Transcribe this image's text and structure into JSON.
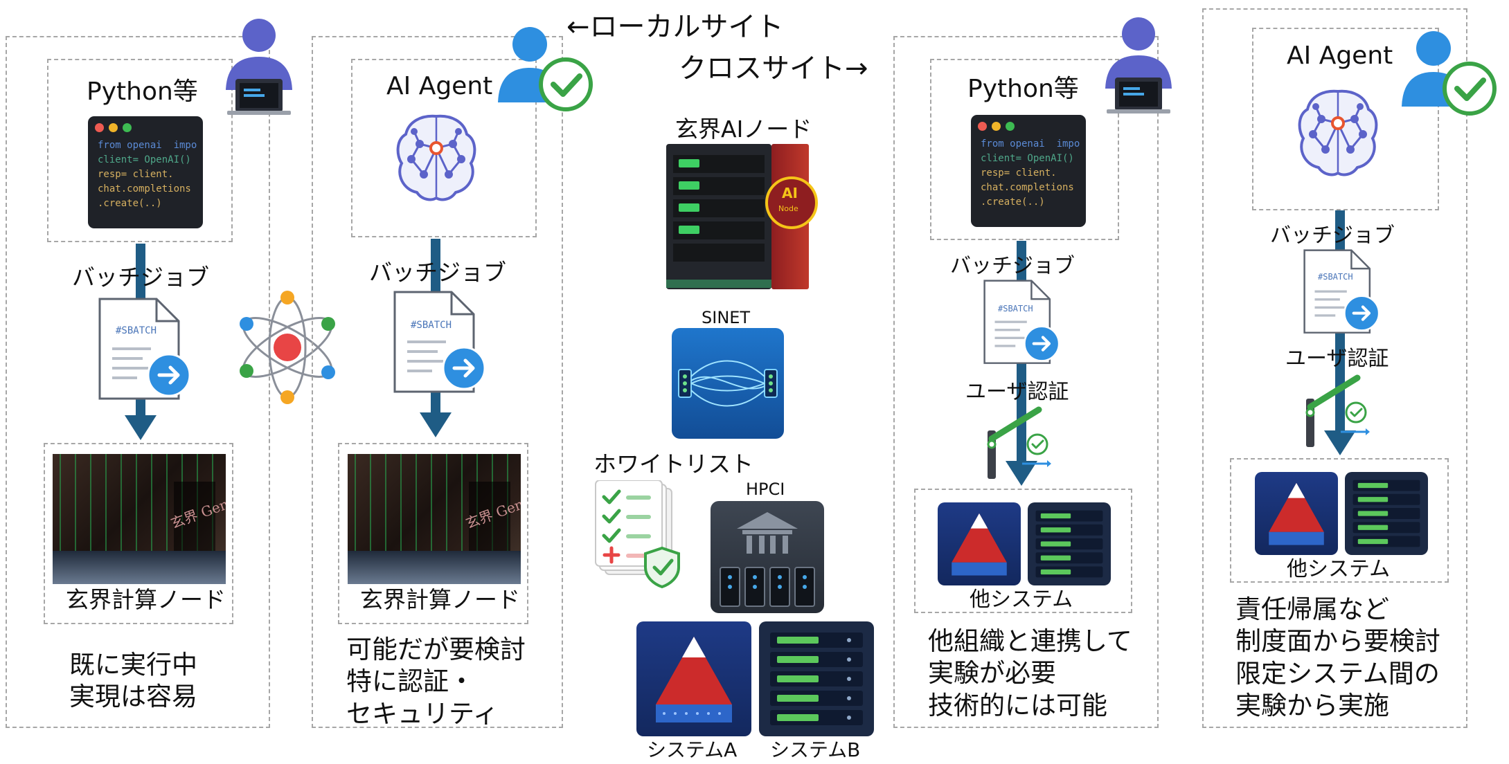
{
  "header": {
    "local_site": "←ローカルサイト",
    "cross_site": "クロスサイト→"
  },
  "panels": [
    {
      "source_title": "Python等",
      "code_lines": [
        "from openai  impo",
        "client= OpenAI()",
        "resp= client.",
        "chat.completions",
        ".create(..)"
      ],
      "batch_label": "バッチジョブ",
      "sbatch_text": "#SBATCH",
      "target_label": "玄界計算ノード",
      "target_photo_text": "玄界 Genkai",
      "description": "既に実行中\n実現は容易"
    },
    {
      "source_title": "AI Agent",
      "batch_label": "バッチジョブ",
      "sbatch_text": "#SBATCH",
      "target_label": "玄界計算ノード",
      "target_photo_text": "玄界 Genkai",
      "description": "可能だが要検討\n特に認証・\nセキュリティ"
    },
    {
      "source_title": "Python等",
      "code_lines": [
        "from openai  impo",
        "client= OpenAI()",
        "resp= client.",
        "chat.completions",
        ".create(..)"
      ],
      "batch_label": "バッチジョブ",
      "sbatch_text": "#SBATCH",
      "auth_label": "ユーザ認証",
      "target_label": "他システム",
      "description": "他組織と連携して\n実験が必要\n技術的には可能"
    },
    {
      "source_title": "AI Agent",
      "batch_label": "バッチジョブ",
      "sbatch_text": "#SBATCH",
      "auth_label": "ユーザ認証",
      "target_label": "他システム",
      "description": "責任帰属など\n制度面から要検討\n限定システム間の\n実験から実施"
    }
  ],
  "center": {
    "ai_node_label": "玄界AIノード",
    "ai_badge_main": "AI",
    "ai_badge_sub": "Node",
    "sinet_label": "SINET",
    "whitelist_label": "ホワイトリスト",
    "hpci_label": "HPCI",
    "system_a_label": "システムA",
    "system_b_label": "システムB"
  },
  "colors": {
    "panel_border": "#a6a6a6",
    "arrow": "#1f5c85",
    "check_green": "#3aa346",
    "person_purple": "#5c63c9",
    "person_blue": "#2e8fe0"
  }
}
